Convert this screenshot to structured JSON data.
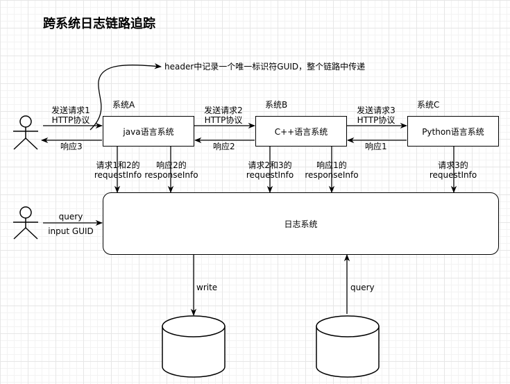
{
  "title": "跨系统日志链路追踪",
  "header_note": "header中记录一个唯一标识符GUID，整个链路中传递",
  "systems": [
    {
      "tag": "系统A",
      "name": "java语言系统"
    },
    {
      "tag": "系统B",
      "name": "C++语言系统"
    },
    {
      "tag": "系统C",
      "name": "Python语言系统"
    }
  ],
  "requests": [
    {
      "line1": "发送请求1",
      "line2": "HTTP协议"
    },
    {
      "line1": "发送请求2",
      "line2": "HTTP协议"
    },
    {
      "line1": "发送请求3",
      "line2": "HTTP协议"
    }
  ],
  "responses": [
    "响应3",
    "响应2",
    "响应1"
  ],
  "log_labels": [
    {
      "line1": "请求1和2的",
      "line2": "requestInfo"
    },
    {
      "line1": "响应2的",
      "line2": "responseInfo"
    },
    {
      "line1": "请求2和3的",
      "line2": "requestInfo"
    },
    {
      "line1": "响应1的",
      "line2": "responseInfo"
    },
    {
      "line1": "请求3的",
      "line2": "requestInfo"
    }
  ],
  "log_system": "日志系统",
  "query_actor": {
    "line1": "query",
    "line2": "input GUID"
  },
  "db_labels": {
    "write": "write",
    "query": "query"
  }
}
